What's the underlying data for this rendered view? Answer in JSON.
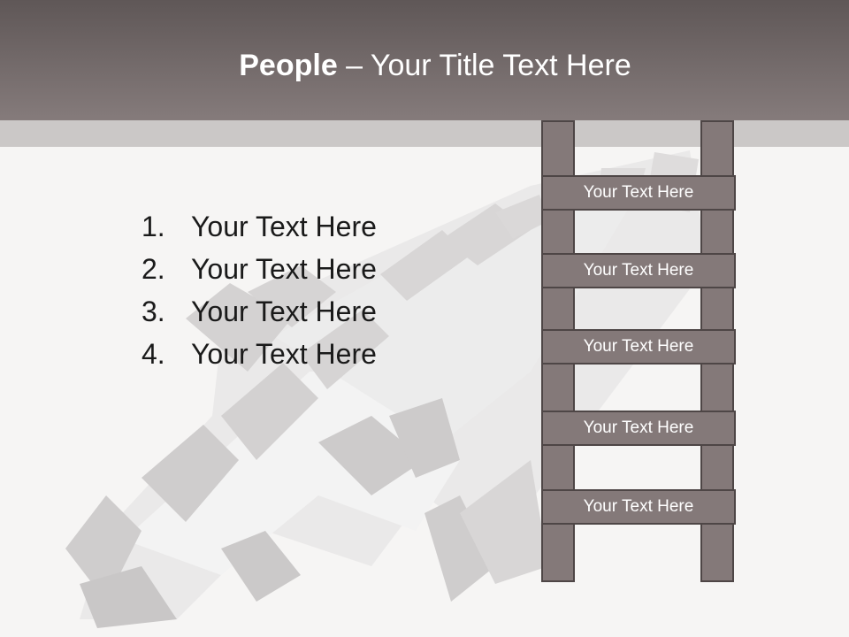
{
  "header": {
    "title_strong": "People",
    "title_rest": " – Your Title Text Here"
  },
  "list": [
    {
      "num": "1.",
      "text": "Your Text Here"
    },
    {
      "num": "2.",
      "text": "Your Text Here"
    },
    {
      "num": "3.",
      "text": "Your Text Here"
    },
    {
      "num": "4.",
      "text": "Your Text Here"
    }
  ],
  "ladder": {
    "rungs": [
      "Your Text Here",
      "Your Text Here",
      "Your Text Here",
      "Your Text Here",
      "Your Text Here"
    ]
  },
  "colors": {
    "header": "#6f6666",
    "band": "#cbc8c7",
    "ladder": "#847979",
    "background": "#f6f5f4"
  }
}
